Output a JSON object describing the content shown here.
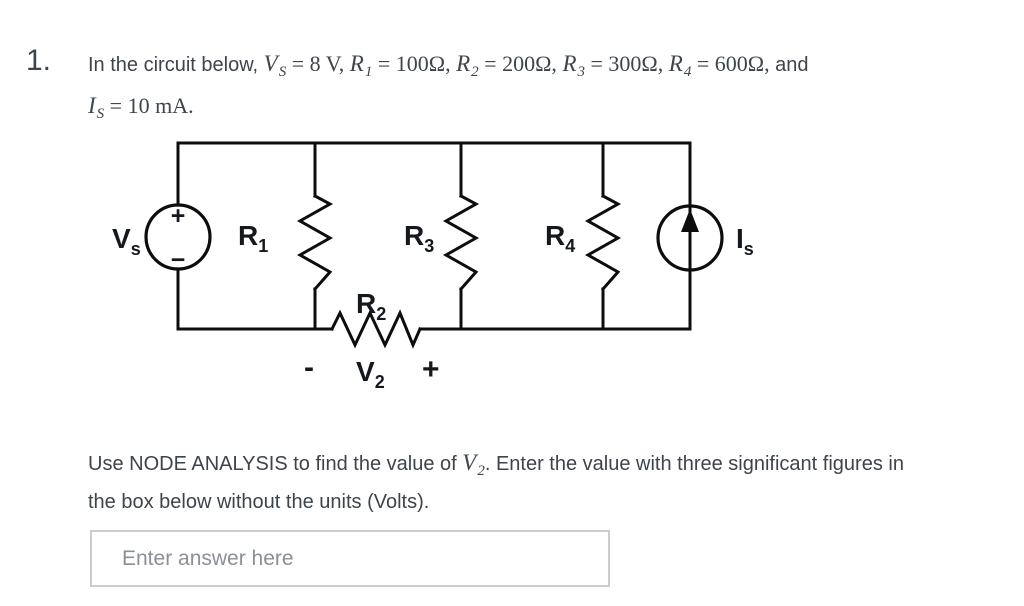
{
  "question": {
    "number": "1.",
    "line1": {
      "p0": "In the circuit below, ",
      "v": "V",
      "vsub": "S",
      "m1": " = 8 V, ",
      "r1": "R",
      "r1sub": "1",
      "m2": " = 100Ω, ",
      "r2": "R",
      "r2sub": "2",
      "m3": " = 200Ω, ",
      "r3": "R",
      "r3sub": "3",
      "m4": " = 300Ω, ",
      "r4": "R",
      "r4sub": "4",
      "m5": " = 600Ω,",
      "p1": " and"
    },
    "line2": {
      "i": "I",
      "isub": "S",
      "m": " = 10 mA."
    }
  },
  "circuit": {
    "labels": {
      "vs": {
        "main": "V",
        "sub": "s"
      },
      "r1": {
        "main": "R",
        "sub": "1"
      },
      "r2": {
        "main": "R",
        "sub": "2"
      },
      "r3": {
        "main": "R",
        "sub": "3"
      },
      "r4": {
        "main": "R",
        "sub": "4"
      },
      "is": {
        "main": "I",
        "sub": "s"
      },
      "v2": {
        "main": "V",
        "sub": "2"
      },
      "polarity_minus": "-",
      "polarity_plus": "+",
      "source_plus": "+",
      "source_minus": "−"
    },
    "wire_color": "#0d0d0d"
  },
  "instruction": {
    "l1p0": "Use NODE ANALYSIS to find the value of ",
    "v": "V",
    "vsub": "2",
    "l1p1": ". Enter the value with three significant figures in",
    "l2": "the box below without the units (Volts)."
  },
  "answer": {
    "placeholder": "Enter answer here",
    "value": ""
  }
}
